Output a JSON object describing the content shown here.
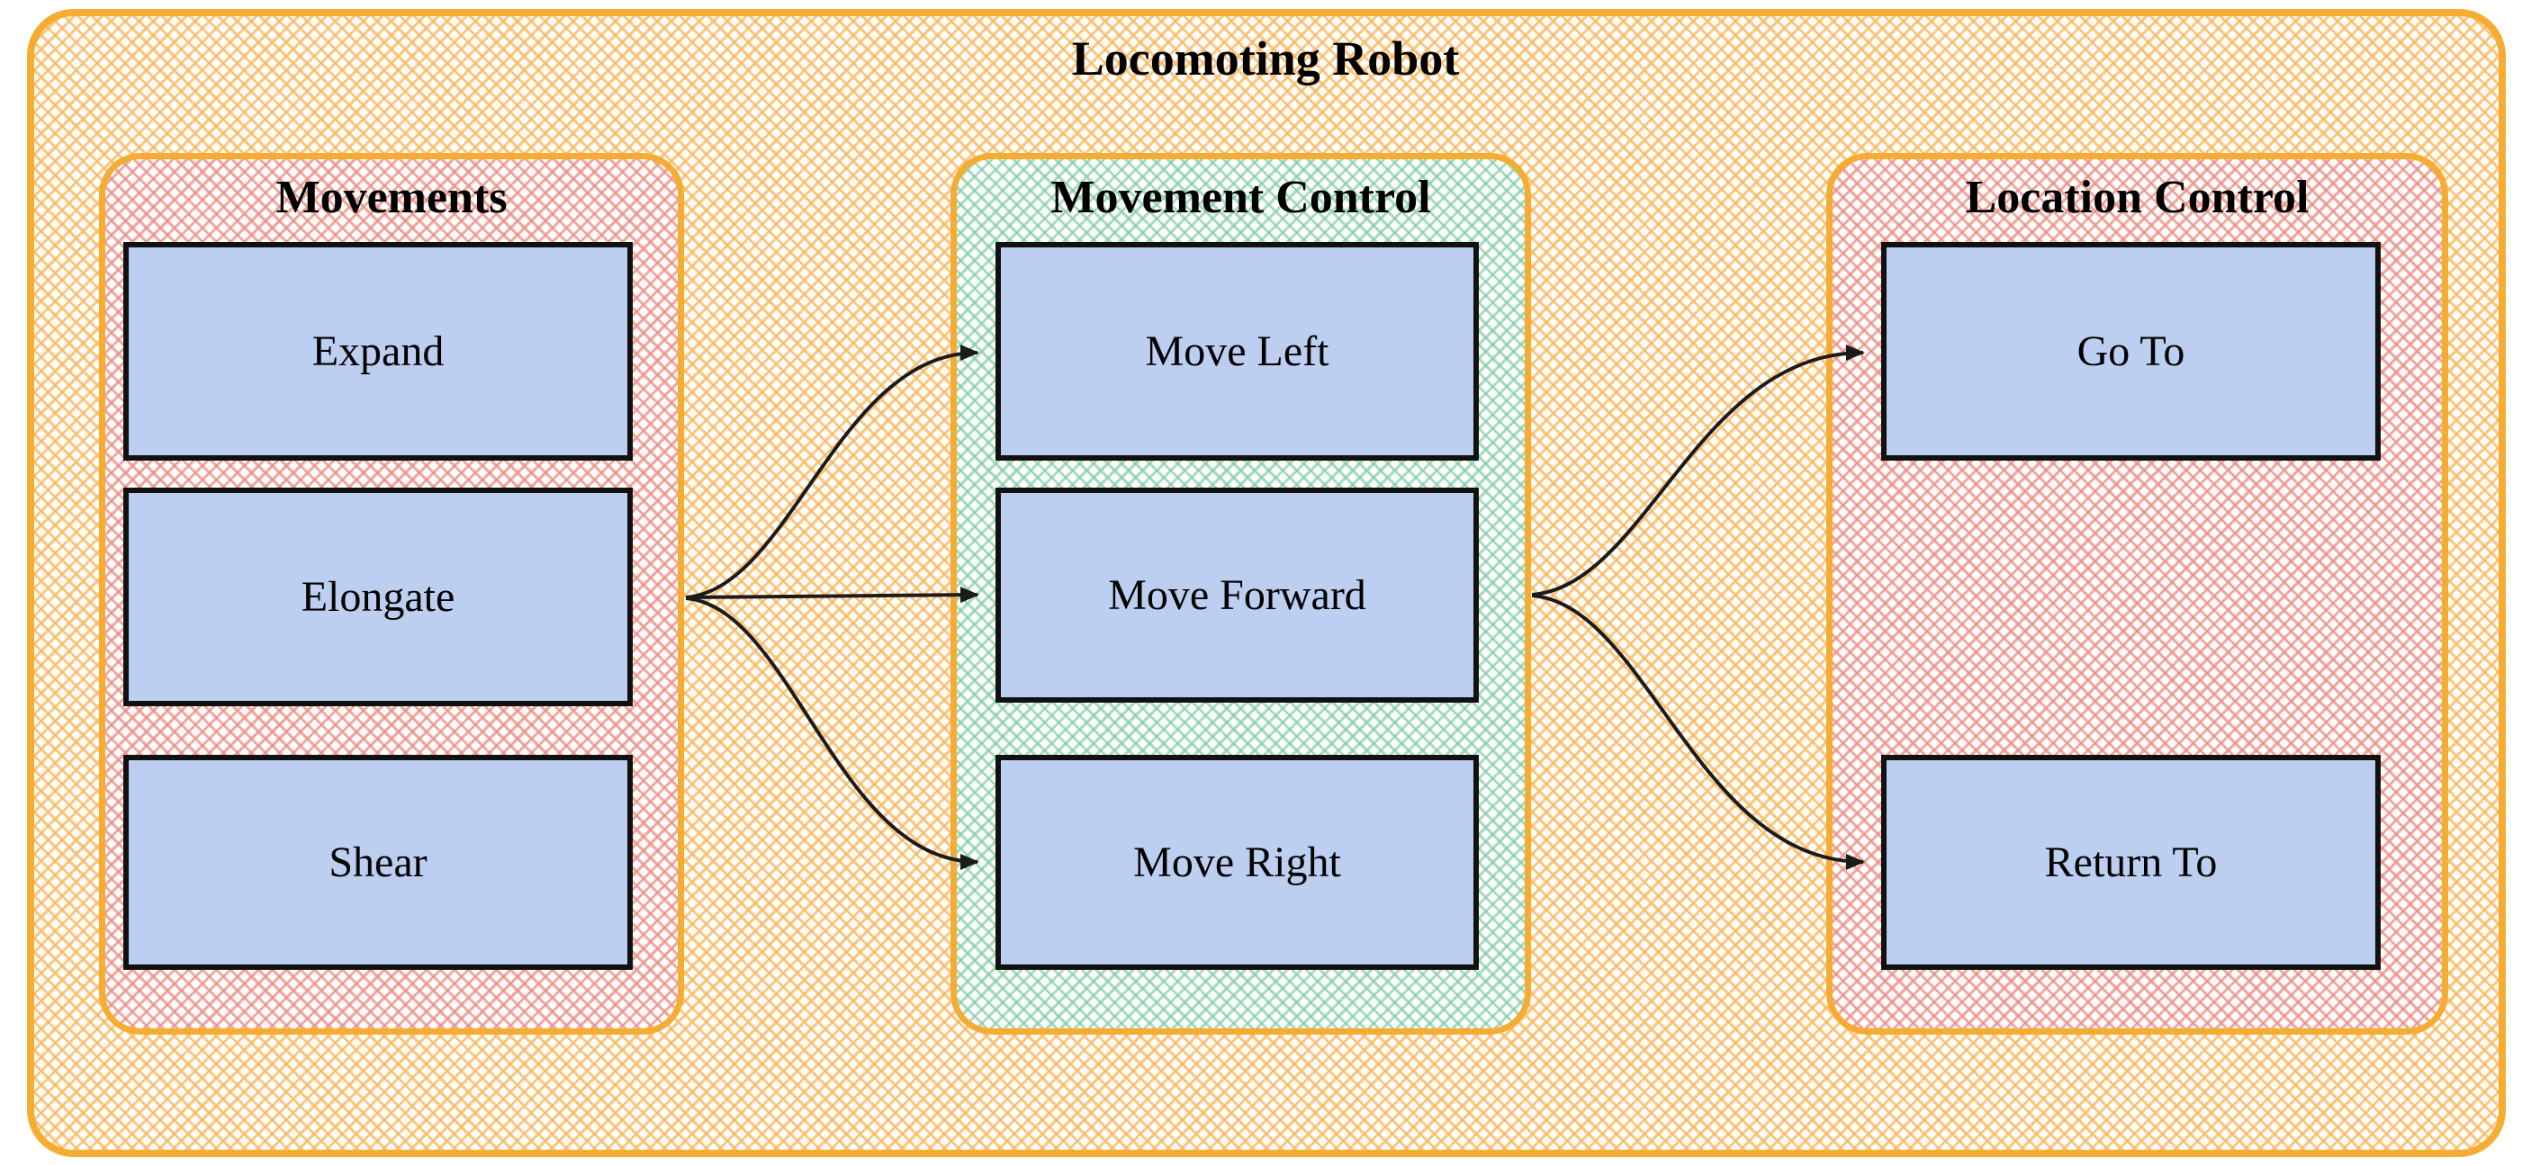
{
  "title": "Locomoting Robot",
  "groups": [
    {
      "name": "Movements",
      "nodes": [
        {
          "label": "Expand"
        },
        {
          "label": "Elongate"
        },
        {
          "label": "Shear"
        }
      ]
    },
    {
      "name": "Movement Control",
      "nodes": [
        {
          "label": "Move Left"
        },
        {
          "label": "Move Forward"
        },
        {
          "label": "Move Right"
        }
      ]
    },
    {
      "name": "Location Control",
      "nodes": [
        {
          "label": "Go To"
        },
        {
          "label": "Return To"
        }
      ]
    }
  ],
  "edges": [
    {
      "from": "Elongate",
      "to": "Move Left"
    },
    {
      "from": "Elongate",
      "to": "Move Forward"
    },
    {
      "from": "Elongate",
      "to": "Move Right"
    },
    {
      "from": "Move Forward",
      "to": "Go To"
    },
    {
      "from": "Move Forward",
      "to": "Return To"
    }
  ],
  "colors": {
    "accent_border": "#F5AC33",
    "node_fill": "#BCCFF0",
    "node_border": "#111111",
    "edge_stroke": "#1B1B1B",
    "outer_pattern": "#F8B966",
    "movements_pattern": "#EB9086",
    "movement_control_pattern": "#85CDA7",
    "location_control_pattern": "#EB9086"
  }
}
